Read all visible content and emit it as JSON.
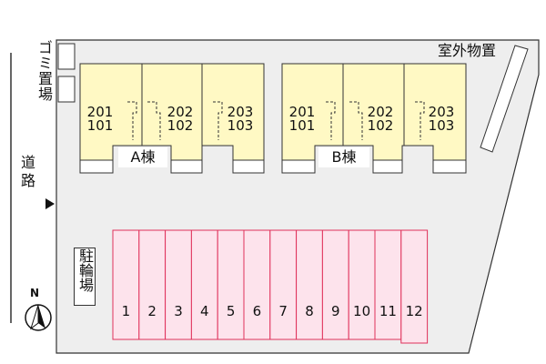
{
  "labels": {
    "garbage": "ゴミ置場",
    "road": "道路",
    "storage": "室外物置",
    "bike_parking": "駐輪場",
    "north": "N"
  },
  "buildings": [
    {
      "name": "A棟",
      "units": [
        {
          "upper": "201",
          "lower": "101"
        },
        {
          "upper": "202",
          "lower": "102"
        },
        {
          "upper": "203",
          "lower": "103"
        }
      ]
    },
    {
      "name": "B棟",
      "units": [
        {
          "upper": "201",
          "lower": "101"
        },
        {
          "upper": "202",
          "lower": "102"
        },
        {
          "upper": "203",
          "lower": "103"
        }
      ]
    }
  ],
  "parking": [
    "1",
    "2",
    "3",
    "4",
    "5",
    "6",
    "7",
    "8",
    "9",
    "10",
    "11",
    "12"
  ],
  "colors": {
    "lot": "#eeeeee",
    "building": "#fff9c4",
    "parking": "#fde3ec",
    "parking_stroke": "#e0305a"
  }
}
